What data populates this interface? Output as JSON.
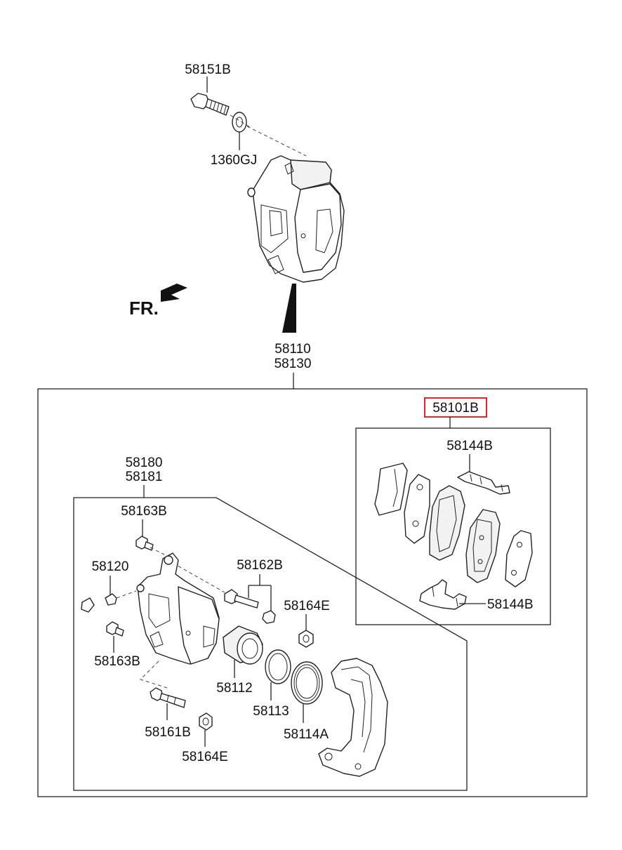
{
  "labels": {
    "bolt_top": "58151B",
    "washer": "1360GJ",
    "direction": "FR.",
    "caliper_assy_1": "58110",
    "caliper_assy_2": "58130",
    "pad_kit": "58101B",
    "pad_clip_top": "58144B",
    "pad_clip_bottom": "58144B",
    "caliper_body_1": "58180",
    "caliper_body_2": "58181",
    "bleeder_top": "58163B",
    "cap": "58120",
    "guide_pin_kit": "58162B",
    "boot_right": "58164E",
    "bleeder_bottom": "58163B",
    "piston": "58112",
    "piston_seal": "58113",
    "piston_boot": "58114A",
    "guide_pin": "58161B",
    "boot_bottom": "58164E"
  },
  "highlight": {
    "part": "pad_kit",
    "color": "#e0282b"
  }
}
